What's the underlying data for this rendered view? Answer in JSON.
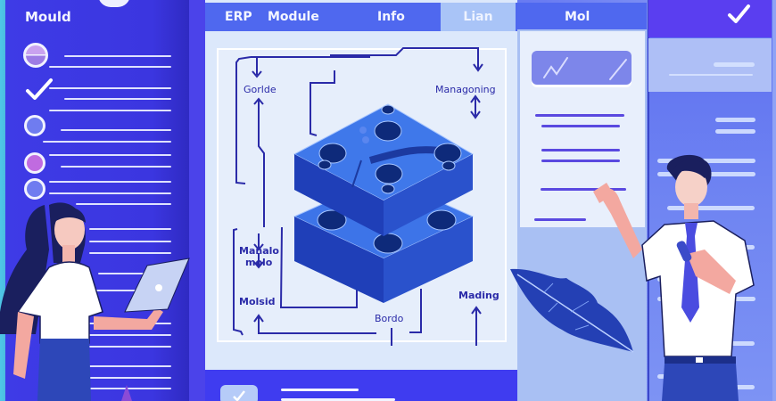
{
  "left_panel": {
    "title": "Mould",
    "items": [
      {
        "icon": "half-circle-icon",
        "color": "#b58fe8"
      },
      {
        "icon": "check-icon",
        "color": "#ffffff"
      },
      {
        "icon": "circle-icon",
        "color": "#6f7cf0"
      },
      {
        "icon": "circle-icon",
        "color": "#c06be0"
      },
      {
        "icon": "circle-icon",
        "color": "#6f7cf0"
      }
    ]
  },
  "tabs": [
    {
      "label": "ERP",
      "active": false
    },
    {
      "label": "Module",
      "active": false
    },
    {
      "label": "Info",
      "active": false
    },
    {
      "label": "Lian",
      "active": true
    },
    {
      "label": "Mol",
      "active": false
    }
  ],
  "diagram": {
    "labels": {
      "top_left": "Gorlde",
      "top_right": "Managoning",
      "mid_left_1": "Manalo",
      "mid_left_2": "molo",
      "bottom_left": "Molsid",
      "bottom_center": "Bordo",
      "bottom_right": "Mading"
    }
  },
  "info_panel": {
    "chart_icon": "trend-line-icon"
  },
  "right_panel": {
    "header_icon": "check-icon"
  },
  "colors": {
    "primary": "#3f3cf0",
    "tab_bar": "#4f68ef",
    "diagram_line": "#2a2aa8",
    "mould_block": "#2f5fd8",
    "background": "#dce8fb"
  }
}
